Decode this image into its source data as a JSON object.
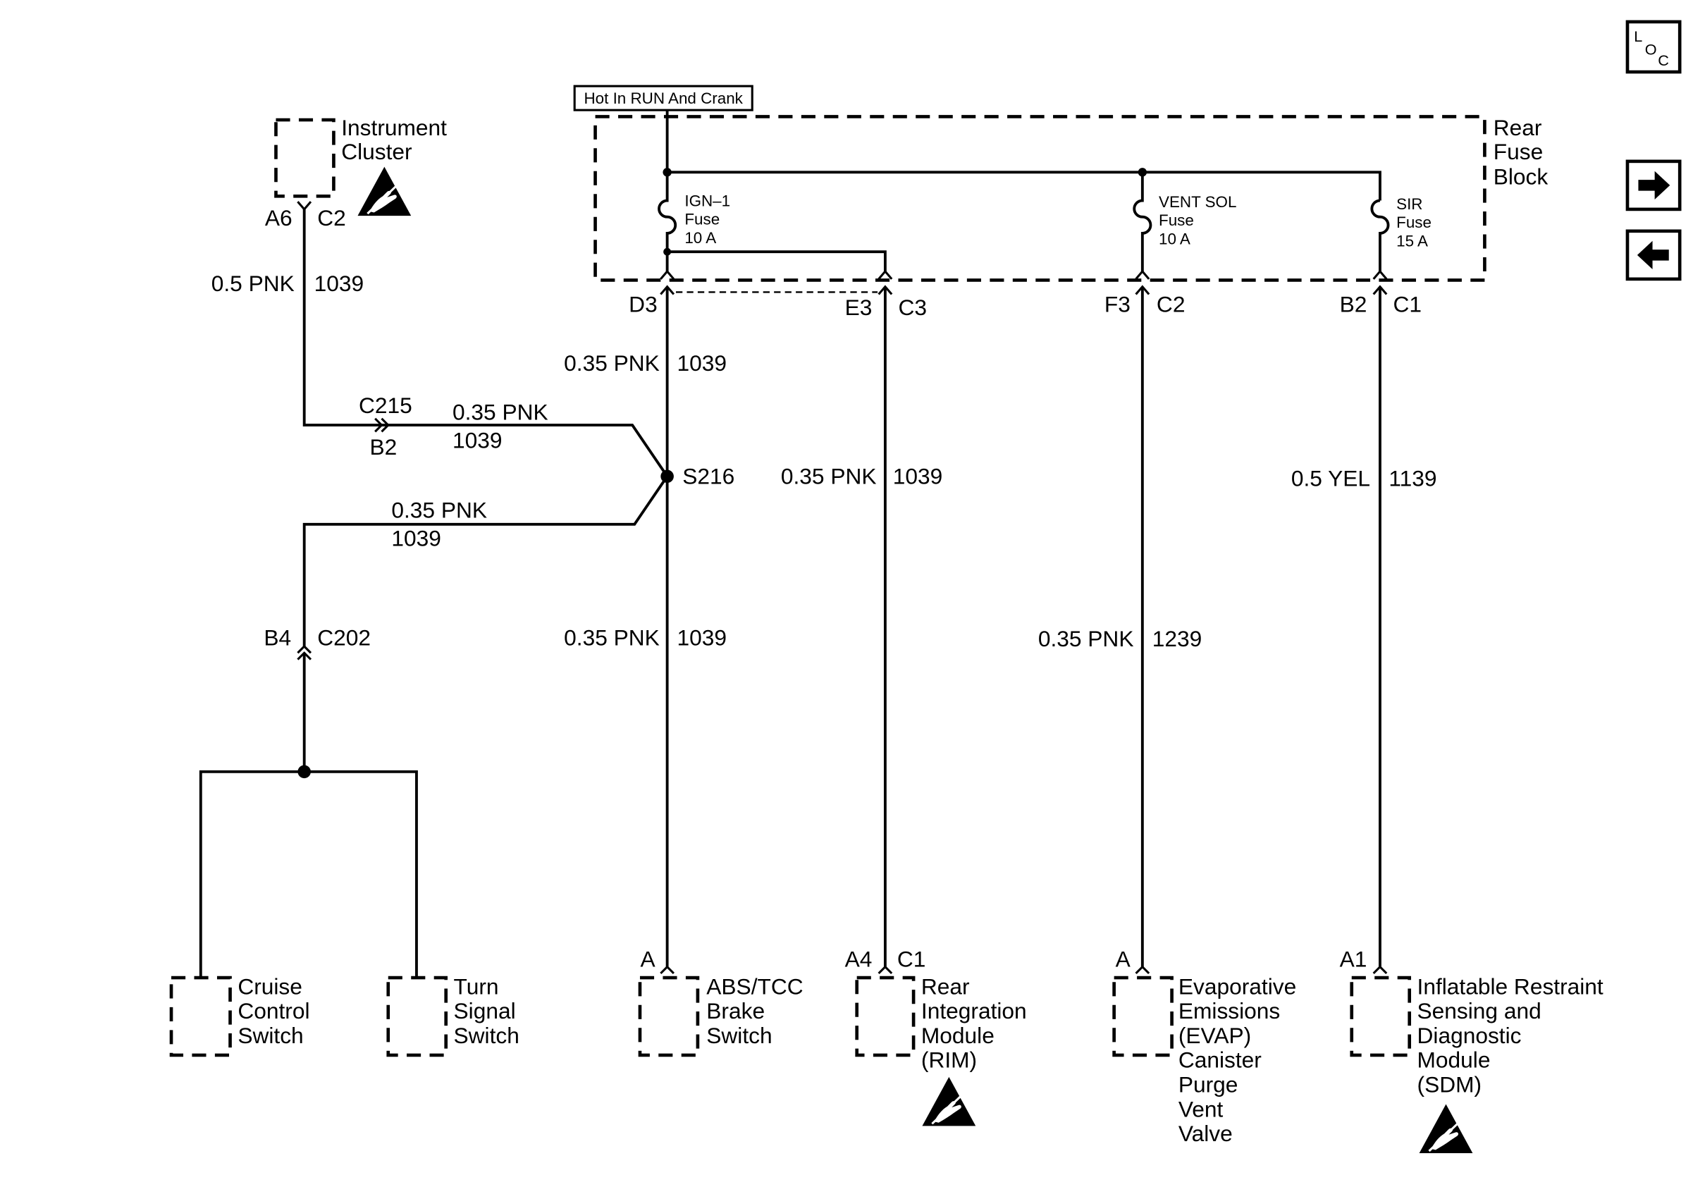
{
  "supply_box": {
    "label": "Hot In RUN And Crank"
  },
  "fuse_block": {
    "lines": [
      "Rear",
      "Fuse",
      "Block"
    ]
  },
  "fuses": {
    "ign1": {
      "lines": [
        "IGN–1",
        "Fuse",
        "10 A"
      ]
    },
    "vent_sol": {
      "lines": [
        "VENT SOL",
        "Fuse",
        "10 A"
      ]
    },
    "sir": {
      "lines": [
        "SIR",
        "Fuse",
        "15 A"
      ]
    }
  },
  "fuse_block_terminals": {
    "ign1": {
      "pin": "D3"
    },
    "rim": {
      "pin": "E3",
      "connector": "C3"
    },
    "vent_sol": {
      "pin": "F3",
      "connector": "C2"
    },
    "sir": {
      "pin": "B2",
      "connector": "C1"
    }
  },
  "instrument_cluster": {
    "lines": [
      "Instrument",
      "Cluster"
    ],
    "pin": "A6",
    "connector": "C2"
  },
  "circuits": {
    "cluster_feed": {
      "wire": "0.5 PNK",
      "number": "1039"
    },
    "d3_upper": {
      "wire": "0.35 PNK",
      "number": "1039"
    },
    "c215_run": {
      "wire": "0.35 PNK",
      "number": "1039"
    },
    "switch_feed": {
      "wire": "0.35 PNK",
      "number": "1039"
    },
    "abs_feed": {
      "wire": "0.35 PNK",
      "number": "1039"
    },
    "rim_feed": {
      "wire": "0.35 PNK",
      "number": "1039"
    },
    "evap_feed": {
      "wire": "0.35 PNK",
      "number": "1239"
    },
    "sdm_feed": {
      "wire": "0.5 YEL",
      "number": "1139"
    }
  },
  "inline_connectors": {
    "c215": {
      "connector": "C215",
      "pin": "B2"
    },
    "c202": {
      "connector": "C202",
      "pin": "B4"
    }
  },
  "splice": {
    "label": "S216"
  },
  "components": {
    "cruise": {
      "lines": [
        "Cruise",
        "Control",
        "Switch"
      ]
    },
    "turn": {
      "lines": [
        "Turn",
        "Signal",
        "Switch"
      ]
    },
    "abs": {
      "pin": "A",
      "lines": [
        "ABS/TCC",
        "Brake",
        "Switch"
      ]
    },
    "rim": {
      "pin": "A4",
      "connector": "C1",
      "lines": [
        "Rear",
        "Integration",
        "Module",
        "(RIM)"
      ]
    },
    "evap": {
      "pin": "A",
      "lines": [
        "Evaporative",
        "Emissions",
        "(EVAP)",
        "Canister",
        "Purge",
        "Vent",
        "Valve"
      ]
    },
    "sdm": {
      "pin": "A1",
      "lines": [
        "Inflatable Restraint",
        "Sensing and",
        "Diagnostic",
        "Module",
        "(SDM)"
      ]
    }
  },
  "navigation": {
    "locator": {
      "icon": "component-locator-icon",
      "letters": [
        "L",
        "O",
        "C"
      ]
    },
    "next": {
      "icon": "arrow-right-icon"
    },
    "previous": {
      "icon": "arrow-left-icon"
    }
  },
  "symbols": {
    "esd": "esd-sensitive-warning-icon"
  },
  "colors": {
    "ink": "#000000",
    "background": "#ffffff"
  }
}
